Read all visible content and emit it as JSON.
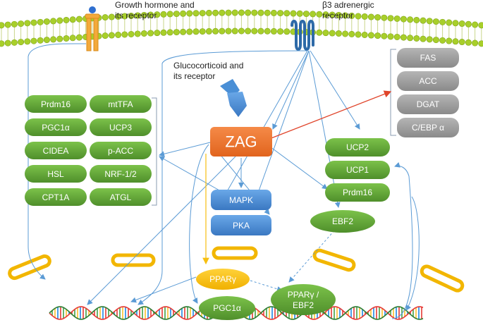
{
  "labels": {
    "growth_hormone_line1": "Growth hormone and",
    "growth_hormone_line2": "its receptor",
    "beta3_line1": "β3 adrenergic",
    "beta3_line2": "receptor",
    "glucocorticoid_line1": "Glucocorticoid and",
    "glucocorticoid_line2": "its receptor"
  },
  "zag": "ZAG",
  "left_genes_col1": [
    "Prdm16",
    "PGC1α",
    "CIDEA",
    "HSL",
    "CPT1A"
  ],
  "left_genes_col2": [
    "mtTFA",
    "UCP3",
    "p-ACC",
    "NRF-1/2",
    "ATGL"
  ],
  "lipogenic_genes": [
    "FAS",
    "ACC",
    "DGAT",
    "C/EBP α"
  ],
  "right_genes": [
    "UCP2",
    "UCP1",
    "Prdm16"
  ],
  "kinases": [
    "MAPK",
    "PKA"
  ],
  "ebf2": "EBF2",
  "ppar_gamma": "PPARγ",
  "pgc1a": "PGC1α",
  "ppar_ebf2_line1": "PPARγ /",
  "ppar_ebf2_line2": "EBF2",
  "colors": {
    "green": "#6aaa3a",
    "grey": "#9e9e9e",
    "blue": "#4a8fd6",
    "orange": "#ee7a30",
    "yellow": "#f7bf10",
    "arrow_blue": "#5b9bd5",
    "arrow_red": "#e0442a"
  }
}
